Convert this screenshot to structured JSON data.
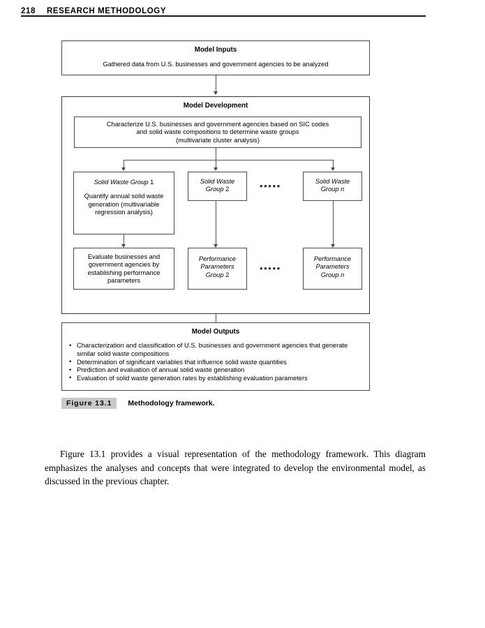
{
  "running_head": {
    "page_number": "218",
    "title": "RESEARCH METHODOLOGY"
  },
  "figure": {
    "inputs": {
      "title": "Model Inputs",
      "body": "Gathered data from U.S. businesses and government agencies to be analyzed"
    },
    "development": {
      "title": "Model Development",
      "cluster_box": {
        "line1": "Characterize U.S. businesses and government agencies based on SIC codes",
        "line2": "and solid waste compositions to determine waste groups",
        "line3": "(multivariate cluster analysis)"
      },
      "group1": {
        "heading_italic": "Solid Waste Group",
        "heading_roman": "1",
        "body": "Quantify annual solid waste generation (multivariable regression analysis)"
      },
      "group2": {
        "heading_italic_line1": "Solid Waste",
        "heading_italic_line2": "Group",
        "heading_roman": "2"
      },
      "groupn": {
        "heading_italic_line1": "Solid Waste",
        "heading_italic_line2": "Group",
        "heading_roman": "n"
      },
      "ellipsis_top": "•••••",
      "ellipsis_bottom": "•••••",
      "evaluate1": {
        "body": "Evaluate businesses and government agencies by establishing performance parameters"
      },
      "perf2": {
        "line1": "Performance",
        "line2": "Parameters",
        "line3_italic": "Group",
        "line3_roman": "2"
      },
      "perfn": {
        "line1": "Performance",
        "line2": "Parameters",
        "line3_italic": "Group",
        "line3_roman": "n"
      }
    },
    "outputs": {
      "title": "Model Outputs",
      "bullets": [
        "Characterization and classification of U.S. businesses and government agencies that generate similar solid waste compositions",
        "Determination of significant variables that influence solid waste quantities",
        "Prediction and evaluation of annual solid waste generation",
        "Evaluation of solid waste generation rates by establishing evaluation parameters"
      ]
    }
  },
  "caption": {
    "label": "Figure 13.1",
    "text": "Methodology framework."
  },
  "body_text": "Figure 13.1 provides a visual representation of the methodology framework. This diagram emphasizes the analyses and concepts that were integrated to develop the environmental model, as discussed in the previous chapter.",
  "colors": {
    "rule": "#1a1a1a",
    "box_border": "#4a4a4a",
    "caption_label_bg": "#c9c9c9",
    "connector": "#555555"
  }
}
